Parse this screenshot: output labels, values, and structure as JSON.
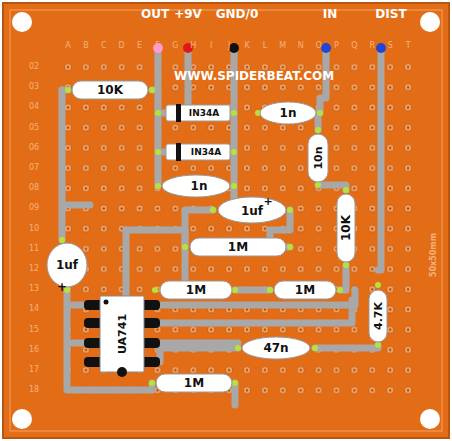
{
  "diagram": {
    "labels": [
      "OUT",
      "+9V",
      "GND/0",
      "IN",
      "DIST",
      "WWW.SPIDERBEAT.COM",
      "10K",
      "IN34A",
      "IN34A",
      "1n",
      "10n",
      "1n",
      "1uf",
      "+",
      "1M",
      "10K",
      "1uf",
      "+",
      "1M",
      "1M",
      "4.7K",
      "UA741",
      "47n",
      "1M",
      "50x50mm",
      "A",
      "B",
      "C",
      "D",
      "E",
      "F",
      "G",
      "H",
      "I",
      "J",
      "K",
      "L",
      "M",
      "N",
      "O",
      "P",
      "Q",
      "R",
      "S",
      "T",
      "02",
      "03",
      "04",
      "05",
      "06",
      "07",
      "08",
      "09",
      "10",
      "11",
      "12",
      "13",
      "14",
      "15",
      "16",
      "17",
      "18"
    ]
  }
}
